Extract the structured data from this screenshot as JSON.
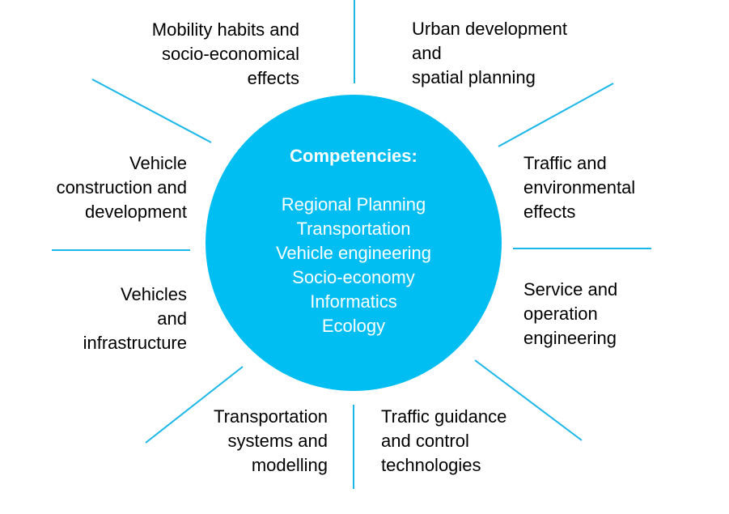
{
  "colors": {
    "accent": "#00bef2",
    "spoke": "#1ab7e8",
    "text": "#000000",
    "hub_text": "#ffffff"
  },
  "hub": {
    "title": "Competencies:",
    "items": [
      "Regional Planning",
      "Transportation",
      "Vehicle engineering",
      "Socio-economy",
      "Informatics",
      "Ecology"
    ]
  },
  "sectors": [
    {
      "lines": [
        "Mobility habits and",
        "socio-economical",
        "effects"
      ]
    },
    {
      "lines": [
        "Urban development",
        "and",
        "spatial planning"
      ]
    },
    {
      "lines": [
        "Traffic and",
        "environmental",
        "effects"
      ]
    },
    {
      "lines": [
        "Service and",
        "operation",
        "engineering"
      ]
    },
    {
      "lines": [
        "Traffic guidance",
        "and control",
        "technologies"
      ]
    },
    {
      "lines": [
        "Transportation",
        "systems and",
        "modelling"
      ]
    },
    {
      "lines": [
        "Vehicles",
        "and",
        "infrastructure"
      ]
    },
    {
      "lines": [
        "Vehicle",
        "construction and",
        "development"
      ]
    }
  ]
}
